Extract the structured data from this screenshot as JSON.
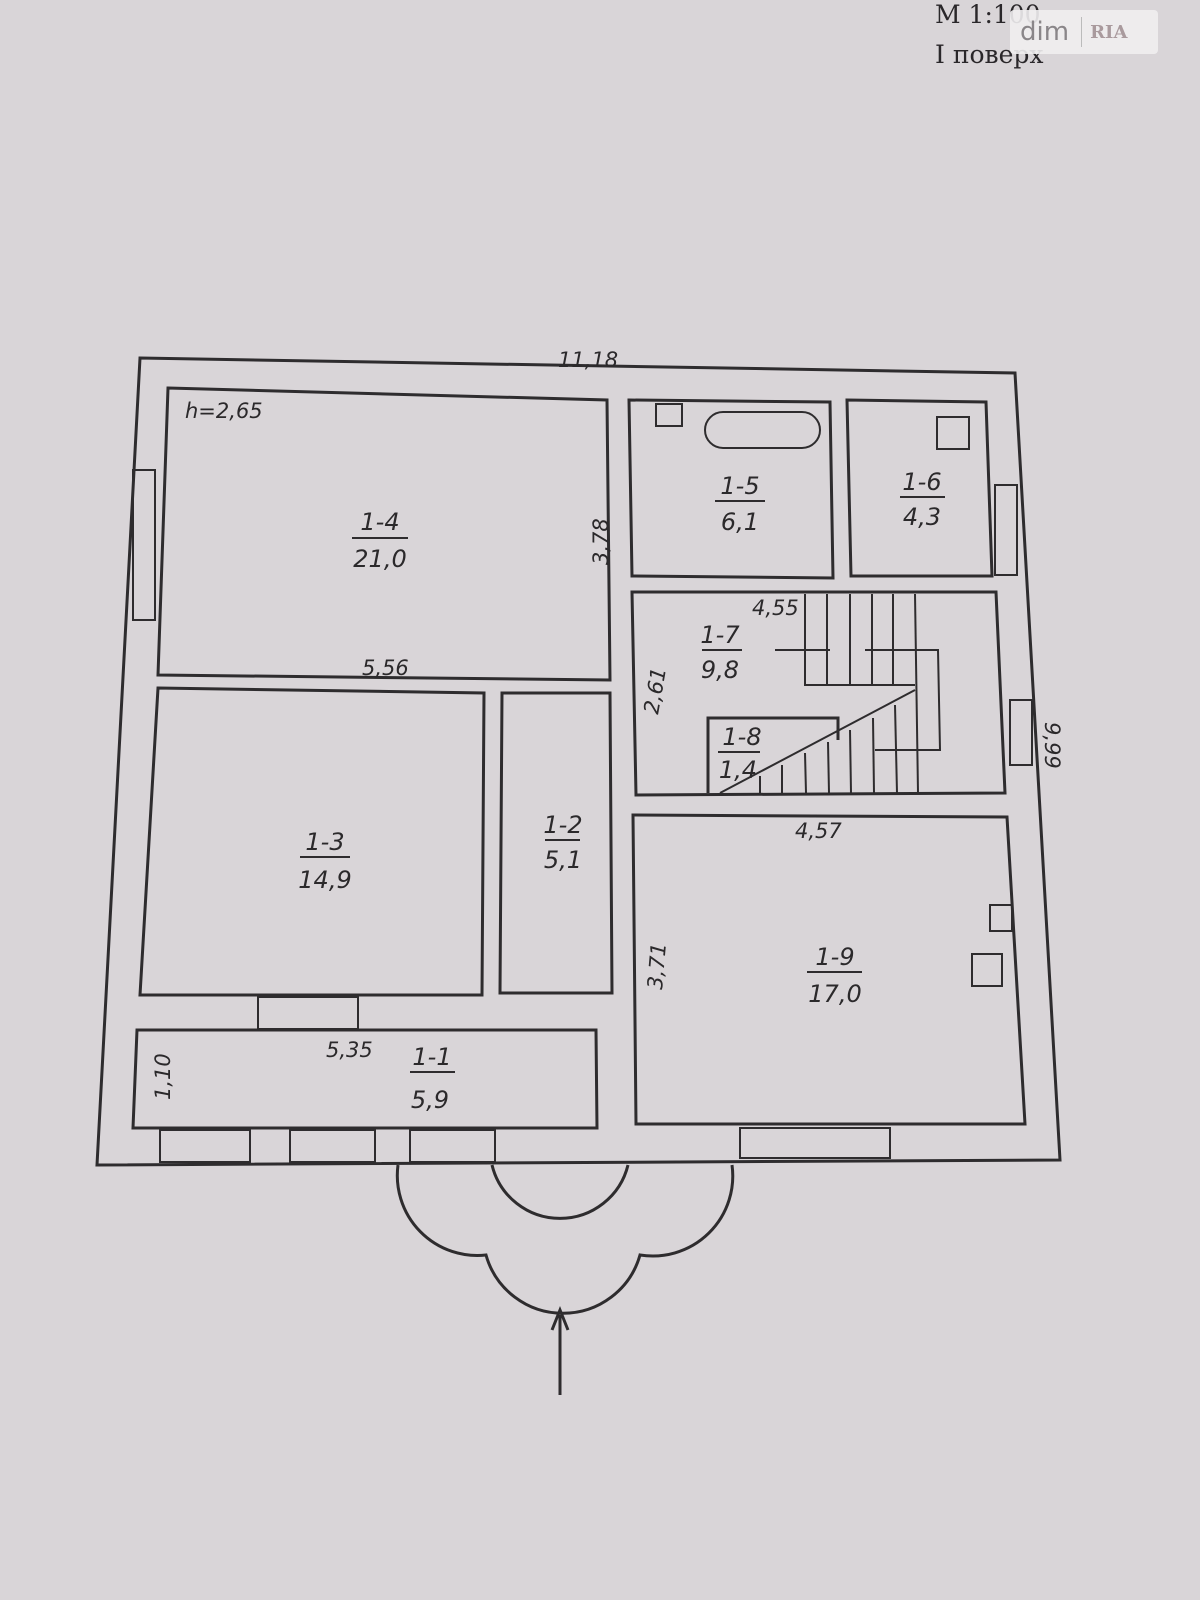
{
  "header": {
    "scale": "М 1:100",
    "floor": "І поверх"
  },
  "watermark": {
    "brand": "dim",
    "brand2": "RIA"
  },
  "dimensions": {
    "width_total": "11,18",
    "depth_total": "9,99",
    "height": "h=2,65",
    "room14_height": "3,78",
    "room14_width": "5,56",
    "room17_width": "4,55",
    "room17_height": "2,61",
    "room19_width": "4,57",
    "room19_height": "3,71",
    "room11_width": "5,35",
    "room11_height": "1,10"
  },
  "rooms": [
    {
      "id": "1-1",
      "area": "5,9"
    },
    {
      "id": "1-2",
      "area": "5,1"
    },
    {
      "id": "1-3",
      "area": "14,9"
    },
    {
      "id": "1-4",
      "area": "21,0"
    },
    {
      "id": "1-5",
      "area": "6,1"
    },
    {
      "id": "1-6",
      "area": "4,3"
    },
    {
      "id": "1-7",
      "area": "9,8"
    },
    {
      "id": "1-8",
      "area": "1,4"
    },
    {
      "id": "1-9",
      "area": "17,0"
    }
  ]
}
